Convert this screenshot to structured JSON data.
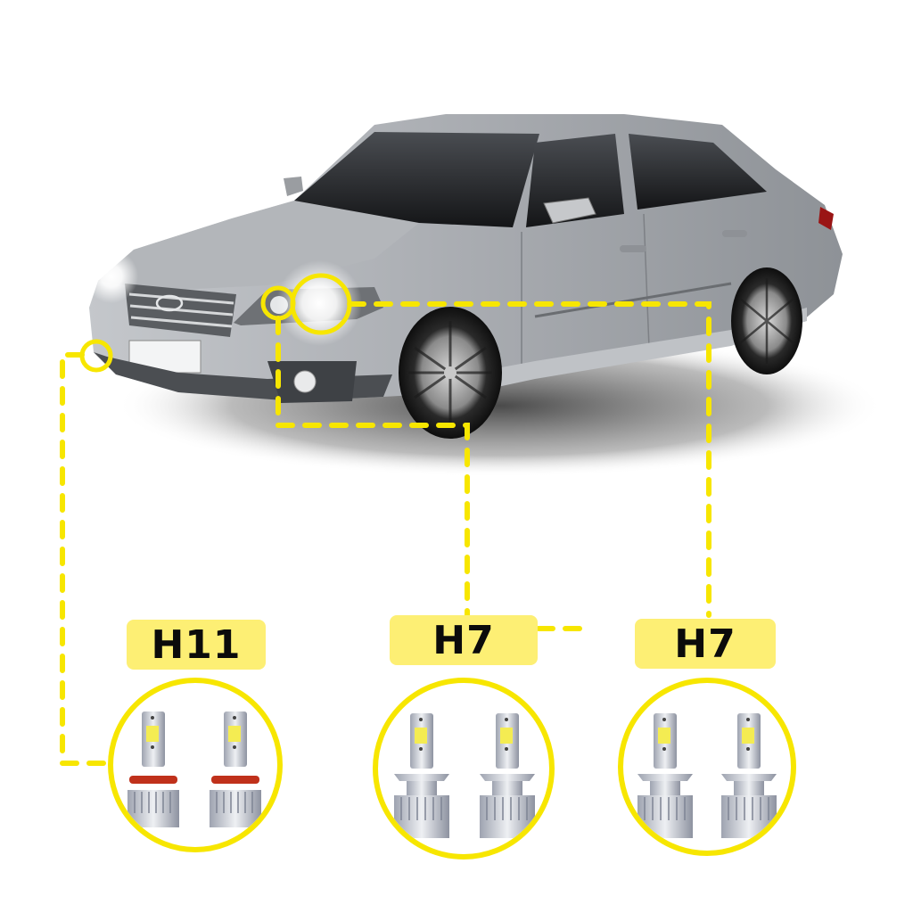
{
  "graphic": {
    "subject": "silver sedan with headlight and fog-light positions marked",
    "accent_color": "#f7e600",
    "label_bg_color": "#fdef74",
    "label_text_color": "#0b0b0b"
  },
  "callouts": [
    {
      "id": "fog-light",
      "position": "front bumper fog light",
      "label": "H11",
      "bulb_count": 2,
      "bulb_base_color": "#c0311b"
    },
    {
      "id": "low-beam",
      "position": "inner headlight",
      "label": "H7",
      "bulb_count": 2
    },
    {
      "id": "high-beam",
      "position": "outer headlight",
      "label": "H7",
      "bulb_count": 2
    }
  ],
  "icons": {
    "marker": "circle-marker-icon",
    "connector": "dashed-line-connector",
    "bulb": "led-bulb-icon"
  }
}
